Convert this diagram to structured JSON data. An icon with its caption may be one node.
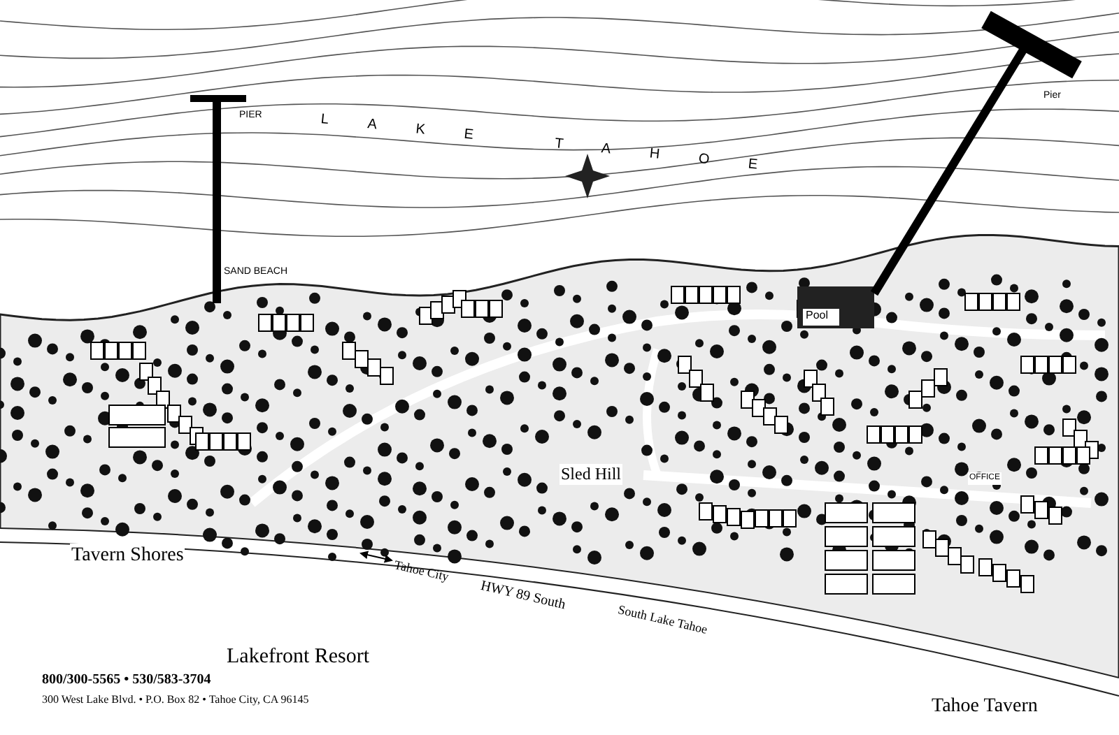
{
  "diagram": {
    "labels": [
      "PIER",
      "LAKE TAHOE",
      "Pier",
      "SAND BEACH",
      "Pool",
      "OFFICE",
      "Sled Hill",
      "Tavern Shores",
      "Tahoe City",
      "HWY 89 South",
      "South Lake Tahoe",
      "Lakefront Resort",
      "800/300-5565 • 530/583-3704",
      "300 West Lake Blvd. • P.O. Box 82 • Tahoe City, CA 96145",
      "Tahoe Tavern"
    ]
  }
}
